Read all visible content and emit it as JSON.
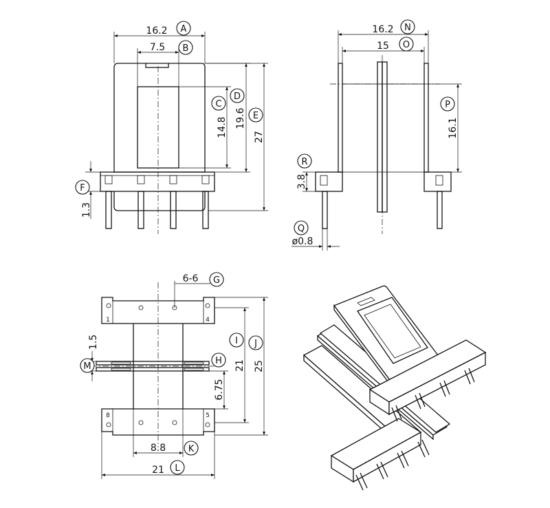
{
  "front_view": {
    "dims": {
      "width": "16.2",
      "window_width": "7.5",
      "window_height": "14.8",
      "body_height": "19.6",
      "total_height": "27",
      "pin_offset": "1.3"
    },
    "letters": {
      "A": "A",
      "B": "B",
      "C": "C",
      "D": "D",
      "E": "E",
      "F": "F"
    }
  },
  "side_view": {
    "dims": {
      "outer_width": "16.2",
      "inner_width": "15",
      "height": "16.1",
      "base_height": "3.8",
      "pin_diameter": "ø0.8"
    },
    "letters": {
      "N": "N",
      "O": "O",
      "P": "P",
      "R": "R",
      "Q": "Q"
    }
  },
  "bottom_view": {
    "dims": {
      "pin_spacing": "6-6",
      "flange_gap": "1.5",
      "inner_length": "21",
      "outer_length": "25",
      "flange_offset": "6.75",
      "core_width": "8.8",
      "total_width": "21"
    },
    "pins": [
      "1",
      "4",
      "8",
      "5"
    ],
    "letters": {
      "G": "G",
      "H": "H",
      "I": "I",
      "J": "J",
      "K": "K",
      "L": "L",
      "M": "M"
    }
  }
}
